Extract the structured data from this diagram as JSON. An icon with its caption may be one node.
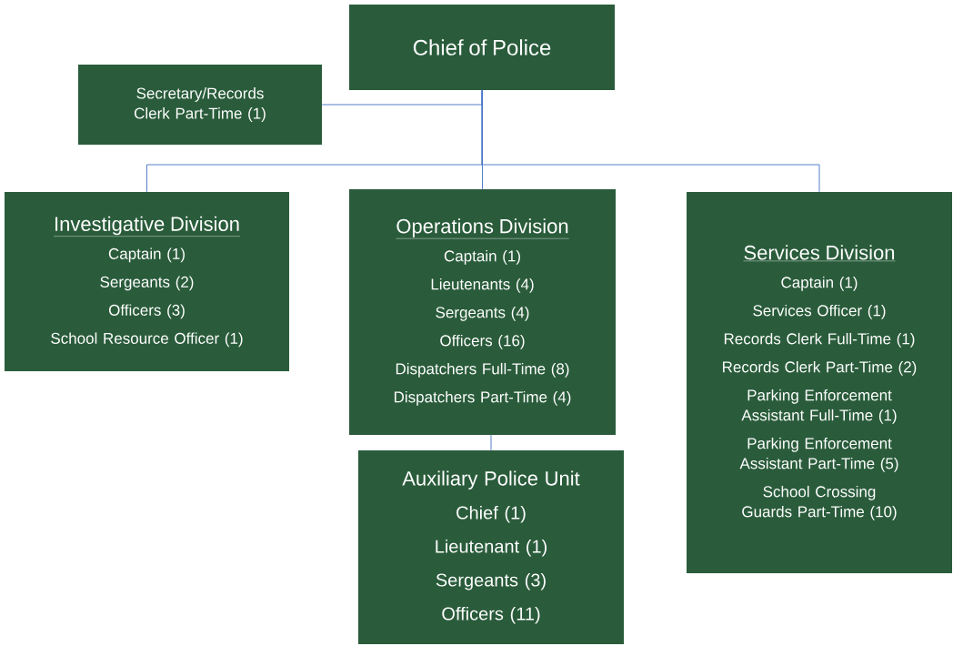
{
  "diagram": {
    "nodes": [
      {
        "text": [
          "Chief of Police"
        ]
      },
      {
        "text": [
          "Secretary/Records Clerk Part-Time (1)"
        ]
      },
      {
        "text": [
          "Investigative Division",
          "Captain (1)",
          "Sergeants (2)",
          "Officers (3)",
          "School Resource Officer (1)"
        ]
      },
      {
        "text": [
          "Operations Division",
          "Captain (1)",
          "Lieutenants (4)",
          "Sergeants (4)",
          "Officers (16)",
          "Dispatchers Full-Time (8)",
          "Dispatchers Part-Time (4)"
        ]
      },
      {
        "text": [
          "Services Division",
          "Captain (1)",
          "Services Officer (1)",
          "Records Clerk Full-Time (1)",
          "Records Clerk Part-Time (2)",
          "Parking Enforcement Assistant Full-Time (1)",
          "Parking Enforcement Assistant Part-Time (5)",
          "School Crossing Guards Part-Time (10)"
        ]
      },
      {
        "text": [
          "Auxiliary Police Unit",
          "Chief (1)",
          "Lieutenant (1)",
          "Sergeants (3)",
          "Officers (11)"
        ]
      }
    ],
    "edges": [
      {
        "from": 0,
        "to": 1,
        "arrow": "none"
      },
      {
        "from": 0,
        "to": 2,
        "arrow": "none"
      },
      {
        "from": 0,
        "to": 3,
        "arrow": "none"
      },
      {
        "from": 0,
        "to": 4,
        "arrow": "none"
      },
      {
        "from": 3,
        "to": 5,
        "arrow": "none"
      }
    ]
  }
}
